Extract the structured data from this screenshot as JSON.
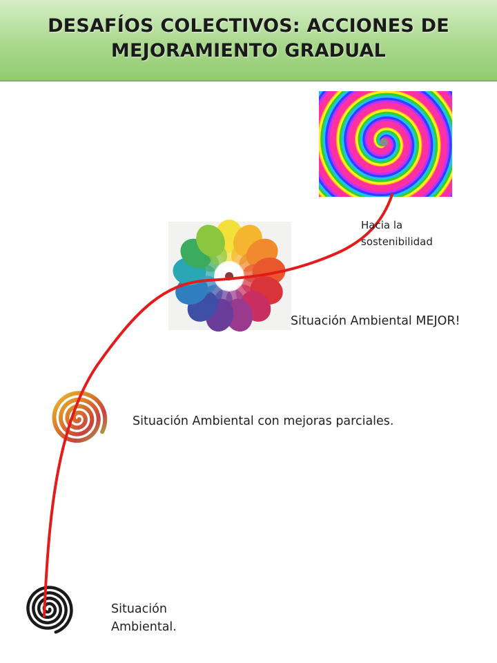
{
  "title": {
    "line1": "DESAFÍOS COLECTIVOS: ACCIONES DE",
    "line2": "MEJORAMIENTO GRADUAL"
  },
  "stages": {
    "base": {
      "line1": "Situación",
      "line2": "Ambiental."
    },
    "partial": {
      "text": "Situación Ambiental con mejoras parciales."
    },
    "better": {
      "text": "Situación Ambiental MEJOR!"
    },
    "sustain": {
      "line1": "Hacia la",
      "line2": "sostenibilidad"
    }
  },
  "colors": {
    "path": "#e31b1b",
    "header": "#a9d88c"
  },
  "icons": [
    "black-spiral-icon",
    "multicolor-spiral-icon",
    "color-wheel-flower-icon",
    "psychedelic-swirl-icon"
  ]
}
